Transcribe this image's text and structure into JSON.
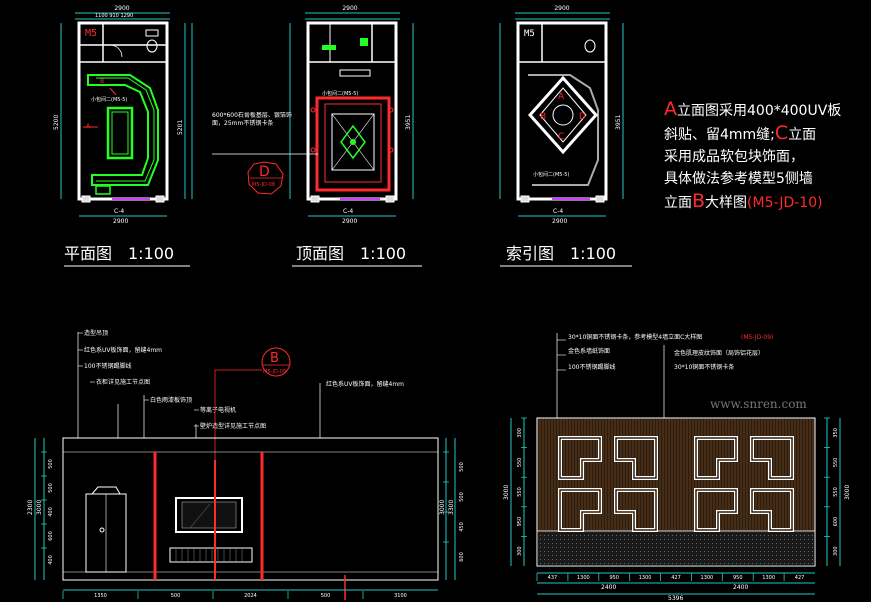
{
  "plans": {
    "floor": {
      "title": "平面图　1:100",
      "room_code": "M5",
      "room_tag": "小包间二(M5-5)",
      "dim_top": "2900",
      "dim_bottom": "2900",
      "section_mark": "C-4",
      "height_left": "5200",
      "height_right": "5201",
      "marks": [
        "B",
        "A"
      ]
    },
    "ceiling": {
      "title": "顶面图　1:100",
      "room_tag": "小包间二(M5-5)",
      "dim_top": "2900",
      "dim_bottom": "2900",
      "section_mark": "C-4",
      "height_right": "3951",
      "note": "600*600石膏板基层、银箔饰面，25mm不锈钢卡条",
      "detail_letter": "D",
      "detail_ref": "M5-JD-08"
    },
    "index": {
      "title": "索引图　1:100",
      "room_code": "M5",
      "room_tag": "小包间二(M5-5)",
      "dim_top": "2900",
      "dim_bottom": "2900",
      "section_mark": "C-4",
      "height_right": "3951",
      "letters": [
        "A",
        "B",
        "C",
        "D"
      ]
    }
  },
  "description": {
    "lines": [
      [
        {
          "text": "A",
          "color": "#ff2a2a",
          "big": true
        },
        {
          "text": "立面图采用400*400UV板",
          "color": "#ffffff"
        }
      ],
      [
        {
          "text": "斜贴、留4mm缝;",
          "color": "#ffffff"
        },
        {
          "text": "C",
          "color": "#ff2a2a",
          "big": true
        },
        {
          "text": "立面",
          "color": "#ffffff"
        }
      ],
      [
        {
          "text": "采用成品软包块饰面，",
          "color": "#ffffff"
        }
      ],
      [
        {
          "text": "具体做法参考模型5侧墙",
          "color": "#ffffff"
        }
      ],
      [
        {
          "text": "立面",
          "color": "#ffffff"
        },
        {
          "text": "B",
          "color": "#ff2a2a",
          "big": true
        },
        {
          "text": "大样图",
          "color": "#ffffff"
        },
        {
          "text": "(M5-JD-10)",
          "color": "#ff2a2a"
        }
      ]
    ]
  },
  "elevation_left": {
    "notes": [
      "造型吊顶",
      "红色系UV板饰面，留缝4mm",
      "100不锈钢踢脚线",
      "衣柜详见施工节点图",
      "白色雨漆板饰顶",
      "等离子电视机",
      "壁炉造型详见施工节点图"
    ],
    "right_note": "红色系UV板饰面，留缝4mm",
    "detail_letter": "B",
    "detail_ref": "M5-JD-09",
    "dims_left": [
      "500",
      "500",
      "400",
      "600",
      "400"
    ],
    "total_left": "3000",
    "overall_left": "2300",
    "dims_right": [
      "500",
      "500",
      "450",
      "600"
    ],
    "total_right": "3000",
    "overall_right": "3300",
    "dims_bottom": [
      "1350",
      "500",
      "2024",
      "500",
      "3100"
    ]
  },
  "elevation_right": {
    "notes": [
      "30*10铜面不锈钢卡条，参考模型4墙立面C大样图",
      "金色系墙纸饰面",
      "100不锈钢踢脚线"
    ],
    "ref": "(M5-JD-09)",
    "mid_notes": [
      "金色肌理皮纹饰面（局饰铝花层）",
      "30*10铜面不锈钢卡条"
    ],
    "dims_left": [
      "300",
      "550",
      "550",
      "950",
      "300"
    ],
    "total_left": "3000",
    "dims_right": [
      "350",
      "550",
      "550",
      "600",
      "300"
    ],
    "total_right": "3000",
    "dims_bottom": [
      "437",
      "1300",
      "950",
      "1300",
      "427",
      "1300",
      "950",
      "1300",
      "427"
    ],
    "subtotals": [
      "2400",
      "2400"
    ],
    "overall": "5396"
  },
  "watermark": "www.snren.com",
  "colors": {
    "background": "#000000",
    "wall": "#ffffff",
    "accent": "#ff2a2a",
    "furniture": "#22ff22",
    "dim": "#21c8c8",
    "magenta": "#d23cff",
    "brown": "#6b4422",
    "yellow": "#ffe400"
  }
}
